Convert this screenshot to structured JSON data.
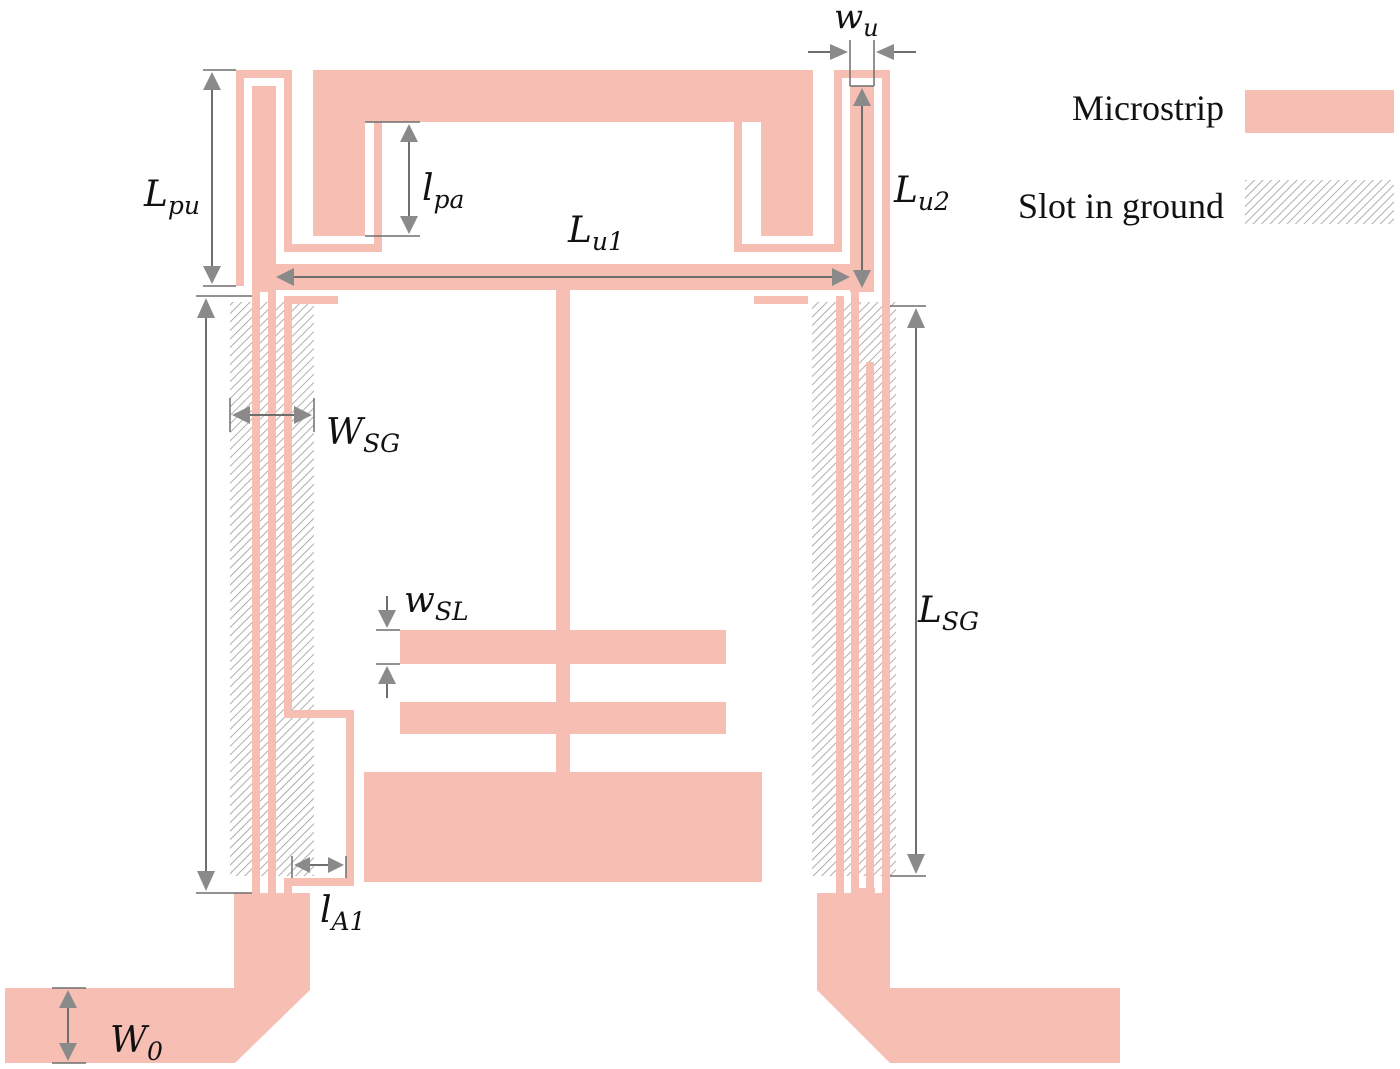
{
  "colors": {
    "microstrip": "#f7bfb4",
    "slot_hatch": "#9a9a9a",
    "dimension": "#7a7a7a"
  },
  "legend": {
    "microstrip_label": "Microstrip",
    "slot_label": "Slot in ground"
  },
  "labels": {
    "w_u": {
      "main": "w",
      "sub": "u"
    },
    "L_pu": {
      "main": "L",
      "sub": "pu"
    },
    "l_pa": {
      "main": "l",
      "sub": "pa"
    },
    "L_u1": {
      "main": "L",
      "sub": "u1"
    },
    "L_u2": {
      "main": "L",
      "sub": "u2"
    },
    "W_SG": {
      "main": "W",
      "sub": "SG"
    },
    "w_SL": {
      "main": "w",
      "sub": "SL"
    },
    "L_SG": {
      "main": "L",
      "sub": "SG"
    },
    "l_A1": {
      "main": "l",
      "sub": "A1"
    },
    "W_0": {
      "main": "W",
      "sub": "0"
    }
  }
}
